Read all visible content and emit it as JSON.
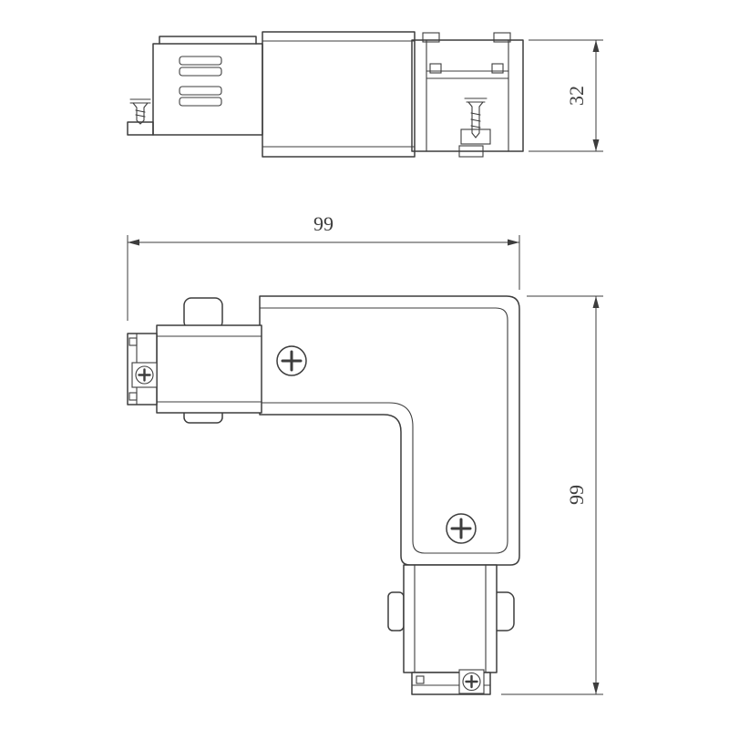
{
  "colors": {
    "background": "#ffffff",
    "line": "#3d3d3d"
  },
  "views": {
    "side_view": {
      "height_label": "32"
    },
    "plan_view": {
      "width_label": "99",
      "height_label": "99"
    }
  }
}
